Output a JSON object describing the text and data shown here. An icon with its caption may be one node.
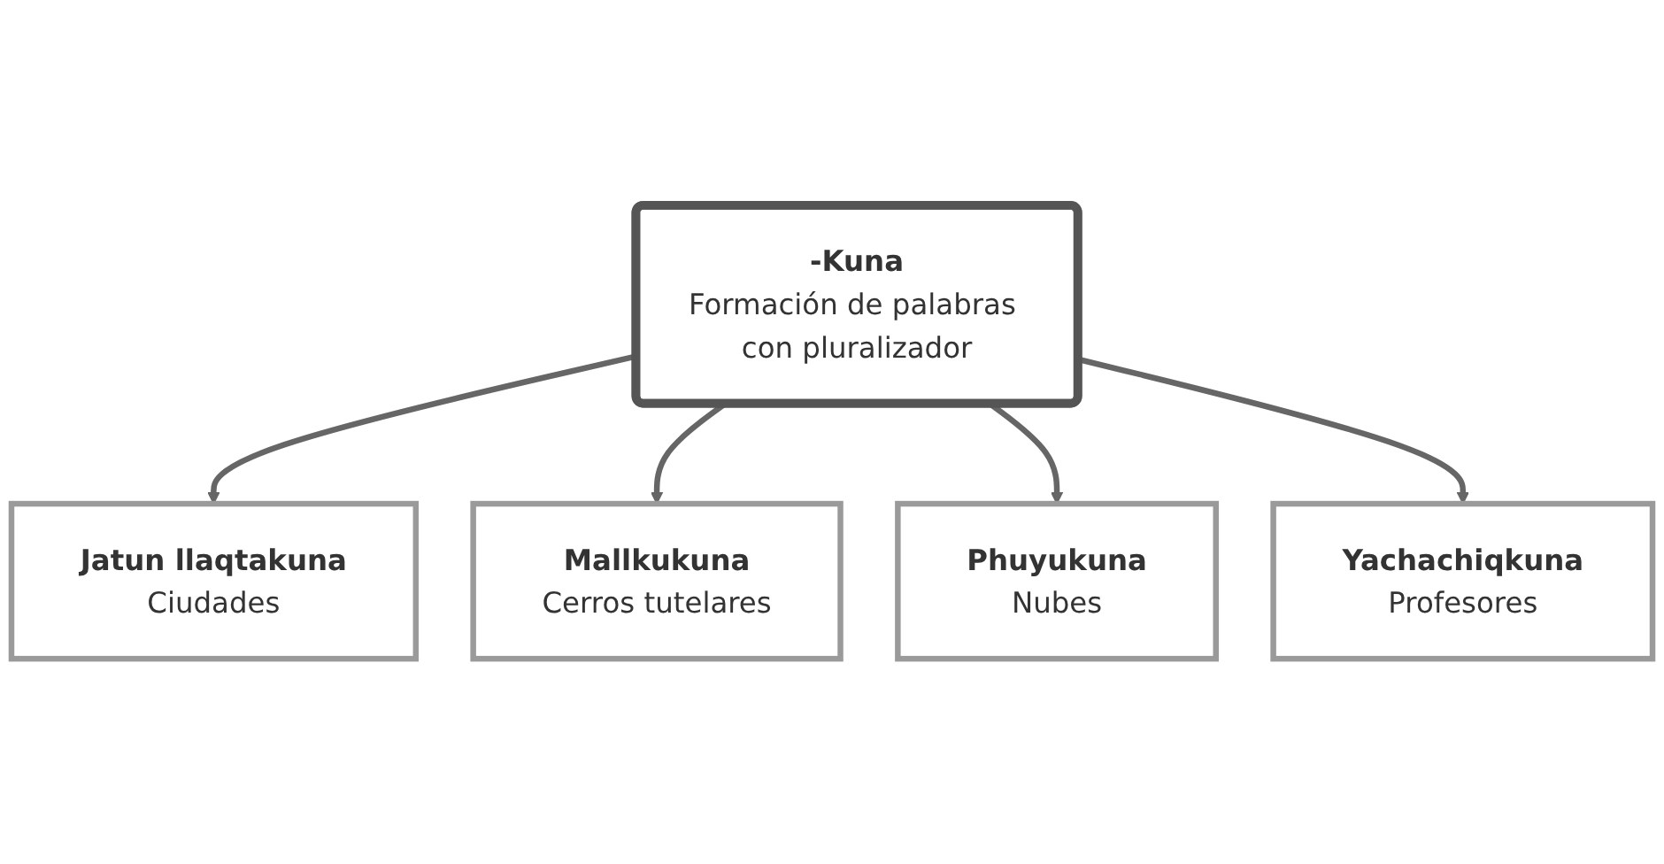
{
  "diagram": {
    "nodes": [
      {
        "text": [
          "Jatun llaqtakuna",
          "Ciudades"
        ]
      },
      {
        "text": [
          "Mallkukuna",
          "Cerros tutelares"
        ]
      },
      {
        "text": [
          "-Kuna",
          "Formación de palabras con pluralizador"
        ]
      },
      {
        "text": [
          "Phuyukuna",
          "Nubes"
        ]
      },
      {
        "text": [
          "Yachachiqkuna",
          "Profesores"
        ]
      }
    ],
    "edges": [
      {
        "from": 2,
        "to": 0,
        "arrow": "to"
      },
      {
        "from": 2,
        "to": 1,
        "arrow": "to"
      },
      {
        "from": 2,
        "to": 3,
        "arrow": "to"
      },
      {
        "from": 2,
        "to": 4,
        "arrow": "to"
      }
    ]
  }
}
